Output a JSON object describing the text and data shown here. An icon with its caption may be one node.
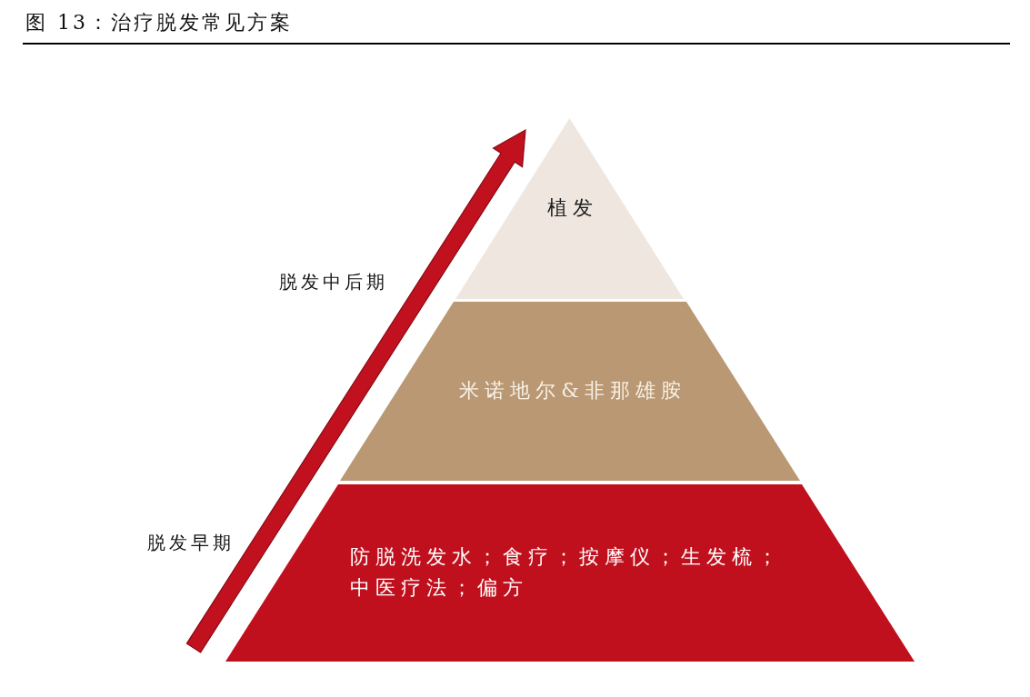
{
  "diagram": {
    "title": "图 13：治疗脱发常见方案",
    "nodes": [
      {
        "text": [
          "植发"
        ]
      },
      {
        "text": [
          "米诺地尔&非那雄胺"
        ]
      },
      {
        "text": [
          "防脱洗发水；食疗；按摩仪；生发梳；中医疗法；偏方"
        ]
      }
    ],
    "labels": [
      "脱发中后期",
      "脱发早期"
    ]
  }
}
